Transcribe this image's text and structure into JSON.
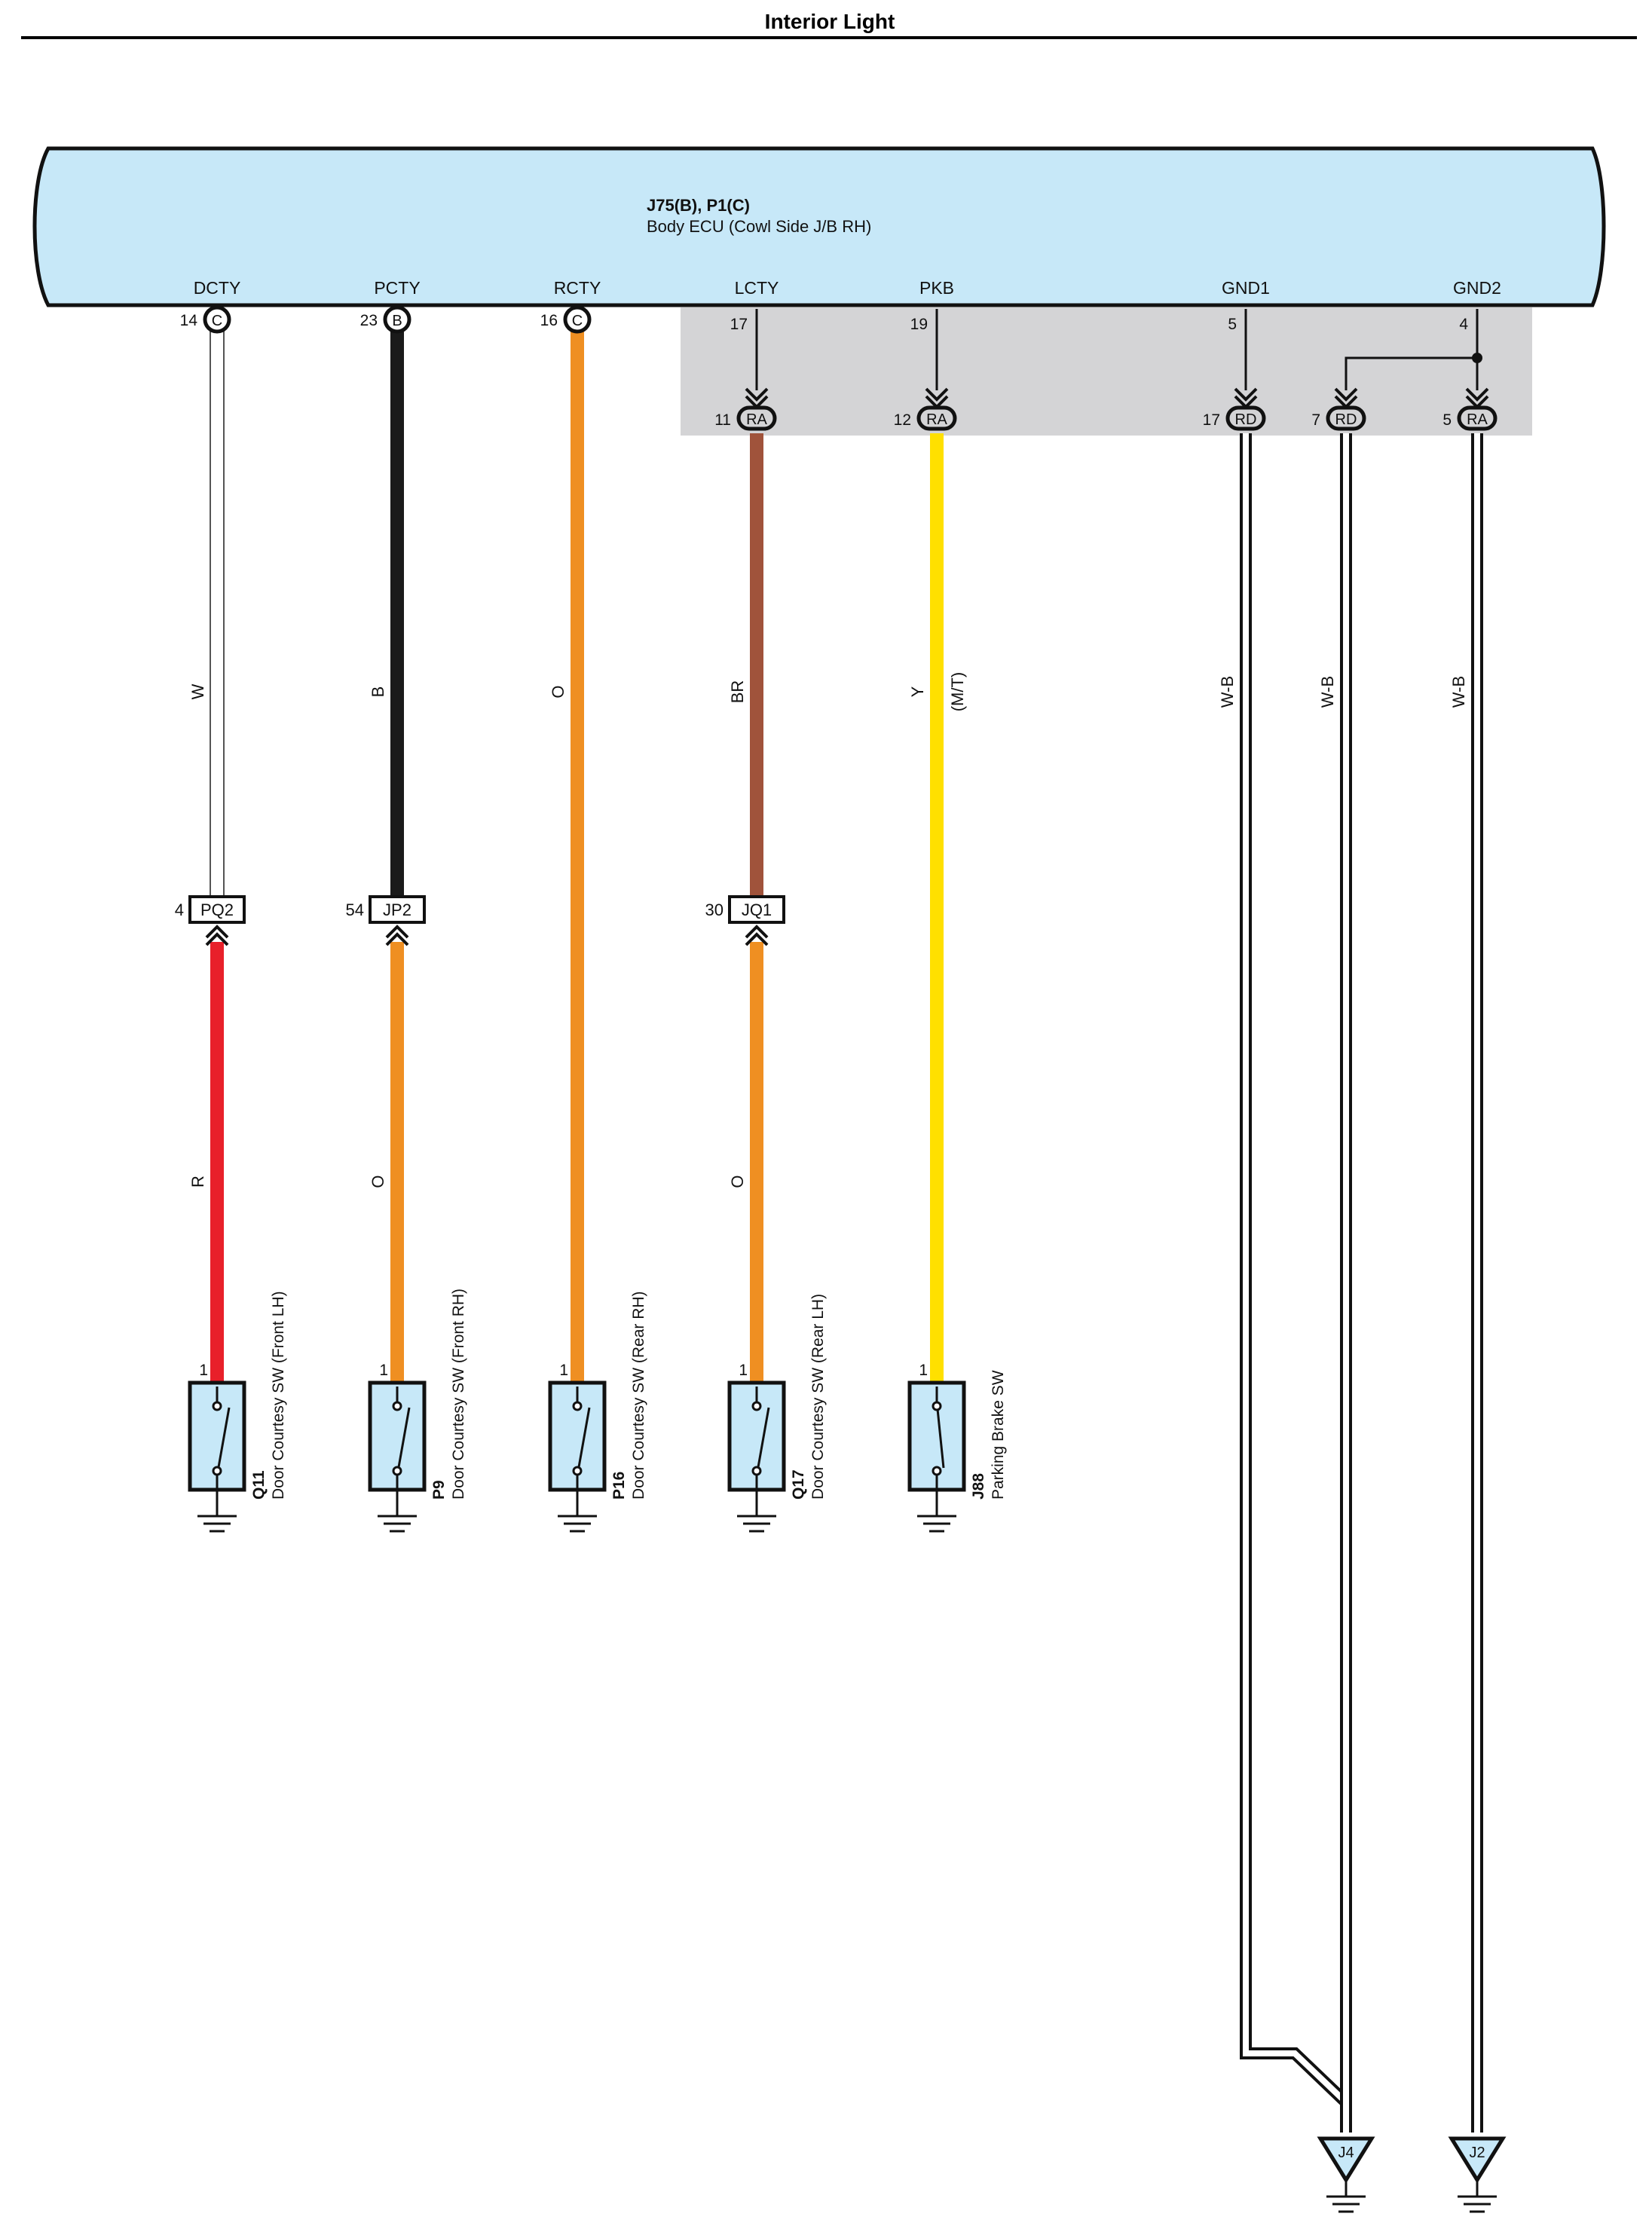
{
  "page": {
    "title": "Interior Light"
  },
  "ecu": {
    "connectors": "J75(B), P1(C)",
    "name": "Body ECU (Cowl Side J/B RH)"
  },
  "colors": {
    "ecu_fill": "#c7e8f8",
    "junction_fill": "#d4d4d6",
    "wire_W": "#ffffff",
    "wire_B": "#1a1a1a",
    "wire_O": "#ef8f22",
    "wire_BR": "#a0533b",
    "wire_Y": "#ffe000",
    "wire_R": "#e8202a",
    "switch_fill": "#c7e8f8"
  },
  "circuits": [
    {
      "terminal": "DCTY",
      "ecu_pin": "14",
      "ecu_conn": "C",
      "upper_wire": "W",
      "inline_pin": "4",
      "inline_conn": "PQ2",
      "lower_wire": "R",
      "switch_pin": "1",
      "switch_id": "Q11",
      "switch_name": "Door Courtesy SW (Front LH)"
    },
    {
      "terminal": "PCTY",
      "ecu_pin": "23",
      "ecu_conn": "B",
      "upper_wire": "B",
      "inline_pin": "54",
      "inline_conn": "JP2",
      "lower_wire": "O",
      "switch_pin": "1",
      "switch_id": "P9",
      "switch_name": "Door Courtesy SW (Front RH)"
    },
    {
      "terminal": "RCTY",
      "ecu_pin": "16",
      "ecu_conn": "C",
      "upper_wire": "O",
      "switch_pin": "1",
      "switch_id": "P16",
      "switch_name": "Door Courtesy SW (Rear RH)"
    },
    {
      "terminal": "LCTY",
      "ecu_pin": "17",
      "jb_pin": "11",
      "jb_conn": "RA",
      "upper_wire": "BR",
      "inline_pin": "30",
      "inline_conn": "JQ1",
      "lower_wire": "O",
      "switch_pin": "1",
      "switch_id": "Q17",
      "switch_name": "Door Courtesy SW (Rear LH)"
    },
    {
      "terminal": "PKB",
      "ecu_pin": "19",
      "jb_pin": "12",
      "jb_conn": "RA",
      "upper_wire": "Y",
      "upper_note": "(M/T)",
      "switch_pin": "1",
      "switch_id": "J88",
      "switch_name": "Parking Brake SW"
    }
  ],
  "grounds": [
    {
      "terminal": "GND1",
      "ecu_pin": "5",
      "jb_pin": "17",
      "jb_conn": "RD",
      "wire": "W-B"
    },
    {
      "terminal": "GND2",
      "ecu_pin": "4",
      "jb_pin": "7",
      "jb_conn": "RD",
      "wire": "W-B"
    },
    {
      "terminal": "",
      "ecu_pin": "",
      "jb_pin": "5",
      "jb_conn": "RA",
      "wire": "W-B"
    }
  ],
  "ground_points": [
    "J4",
    "J2"
  ]
}
